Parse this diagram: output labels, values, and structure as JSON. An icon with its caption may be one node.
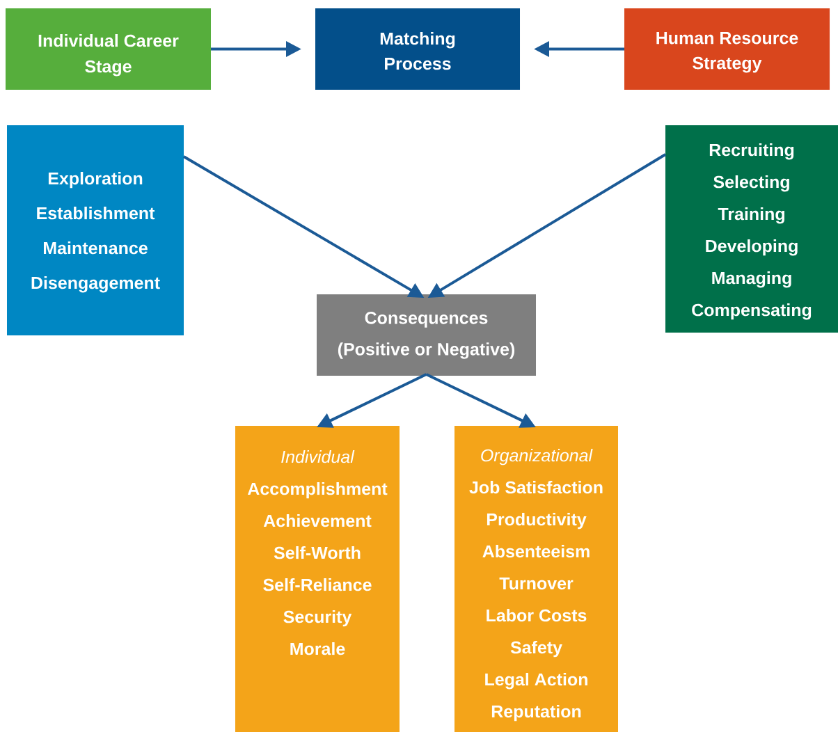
{
  "diagram": {
    "nodes": [
      {
        "text": [
          "Individual Career Stage"
        ]
      },
      {
        "text": [
          "Matching Process"
        ]
      },
      {
        "text": [
          "Human Resource Strategy"
        ]
      },
      {
        "text": [
          "Exploration",
          "Establishment",
          "Maintenance",
          "Disengagement"
        ]
      },
      {
        "text": [
          "Recruiting",
          "Selecting",
          "Training",
          "Developing",
          "Managing",
          "Compensating"
        ]
      },
      {
        "text": [
          "Consequences",
          "(Positive or Negative)"
        ]
      },
      {
        "text": [
          "Individual",
          "Accomplishment",
          "Achievement",
          "Self-Worth",
          "Self-Reliance",
          "Security",
          "Morale"
        ]
      },
      {
        "text": [
          "Organizational",
          "Job Satisfaction",
          "Productivity",
          "Absenteeism",
          "Turnover",
          "Labor Costs",
          "Safety",
          "Legal Action",
          "Reputation"
        ]
      }
    ],
    "edges": [
      {
        "from": 0,
        "to": 1,
        "arrow": "to"
      },
      {
        "from": 2,
        "to": 1,
        "arrow": "to"
      },
      {
        "from": 3,
        "to": 5,
        "arrow": "to"
      },
      {
        "from": 4,
        "to": 5,
        "arrow": "to"
      },
      {
        "from": 5,
        "to": 6,
        "arrow": "to"
      },
      {
        "from": 5,
        "to": 7,
        "arrow": "to"
      }
    ]
  }
}
